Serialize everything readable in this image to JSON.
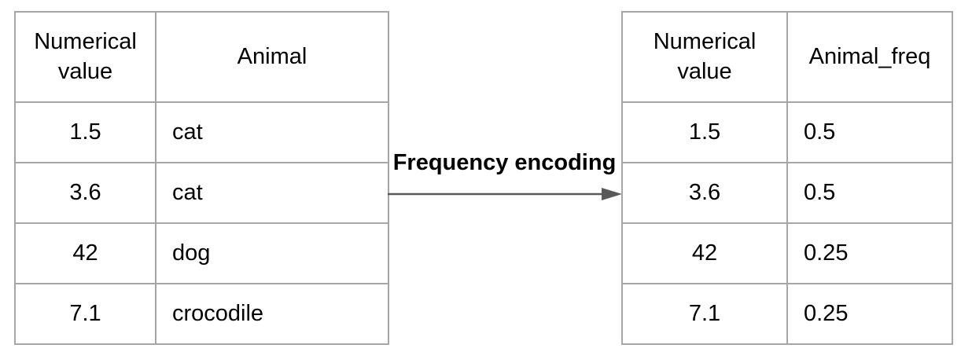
{
  "diagram": {
    "arrow_label": "Frequency encoding"
  },
  "left_table": {
    "headers": [
      "Numerical value",
      "Animal"
    ],
    "rows": [
      [
        "1.5",
        "cat"
      ],
      [
        "3.6",
        "cat"
      ],
      [
        "42",
        "dog"
      ],
      [
        "7.1",
        "crocodile"
      ]
    ]
  },
  "right_table": {
    "headers": [
      "Numerical value",
      "Animal_freq"
    ],
    "rows": [
      [
        "1.5",
        "0.5"
      ],
      [
        "3.6",
        "0.5"
      ],
      [
        "42",
        "0.25"
      ],
      [
        "7.1",
        "0.25"
      ]
    ]
  },
  "colors": {
    "table_border": "#a6a6a6",
    "arrow": "#595959",
    "text": "#000000",
    "background": "#ffffff"
  }
}
